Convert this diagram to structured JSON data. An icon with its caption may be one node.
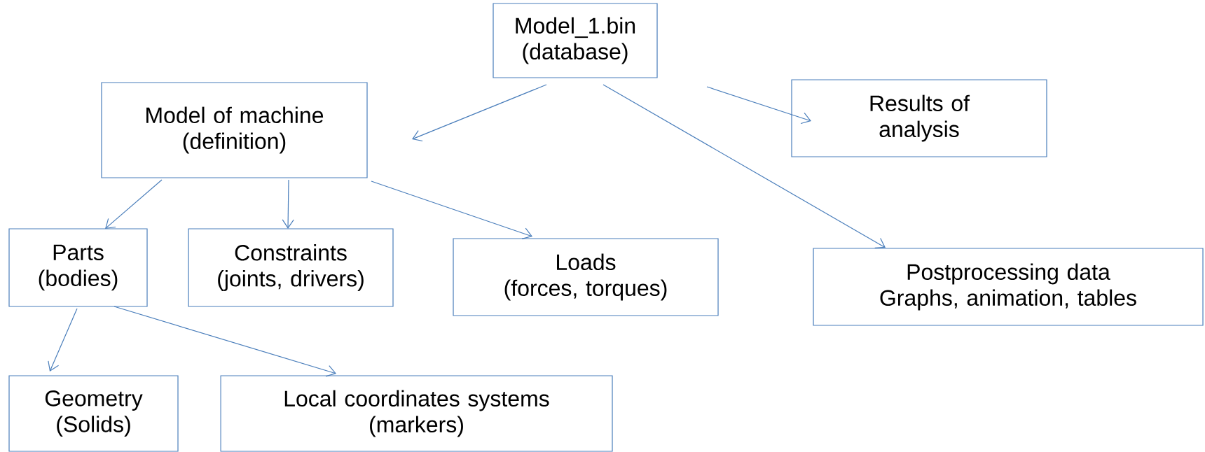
{
  "diagram": {
    "nodes": [
      {
        "text": [
          "Model_1.bin",
          "(database)"
        ]
      },
      {
        "text": [
          "Model of machine",
          "(definition)"
        ]
      },
      {
        "text": [
          "Results of analysis"
        ]
      },
      {
        "text": [
          "Parts",
          "(bodies)"
        ]
      },
      {
        "text": [
          "Constraints",
          "(joints, drivers)"
        ]
      },
      {
        "text": [
          "Loads",
          "(forces, torques)"
        ]
      },
      {
        "text": [
          "Postprocessing data",
          "Graphs, animation, tables"
        ]
      },
      {
        "text": [
          "Geometry",
          "(Solids)"
        ]
      },
      {
        "text": [
          "Local coordinates systems",
          "(markers)"
        ]
      }
    ],
    "edges": [
      {
        "from": 0,
        "to": 1,
        "arrow": "to"
      },
      {
        "from": 0,
        "to": 2,
        "arrow": "to"
      },
      {
        "from": 0,
        "to": 6,
        "arrow": "to"
      },
      {
        "from": 1,
        "to": 3,
        "arrow": "to"
      },
      {
        "from": 1,
        "to": 4,
        "arrow": "to"
      },
      {
        "from": 1,
        "to": 5,
        "arrow": "to"
      },
      {
        "from": 3,
        "to": 7,
        "arrow": "to"
      },
      {
        "from": 3,
        "to": 8,
        "arrow": "to"
      }
    ]
  }
}
